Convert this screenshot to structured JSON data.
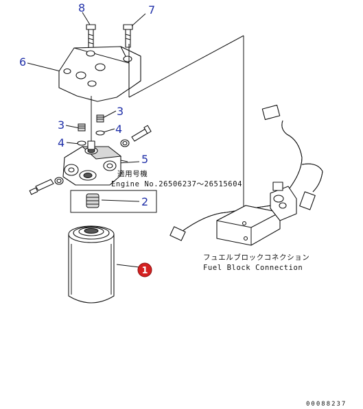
{
  "callouts": {
    "c1": "1",
    "c2": "2",
    "c3a": "3",
    "c3b": "3",
    "c4a": "4",
    "c4b": "4",
    "c5": "5",
    "c6": "6",
    "c7": "7",
    "c8": "8"
  },
  "notes": {
    "serial_jp": "適用号機",
    "serial_en": "Engine No.26506237～26515604",
    "fuel_block_jp": "フュエルブロックコネクション",
    "fuel_block_en": "Fuel Block Connection"
  },
  "drawing_code": "00088237",
  "colors": {
    "callout_text": "#1f2fa8",
    "highlight_badge": "#d42020"
  }
}
